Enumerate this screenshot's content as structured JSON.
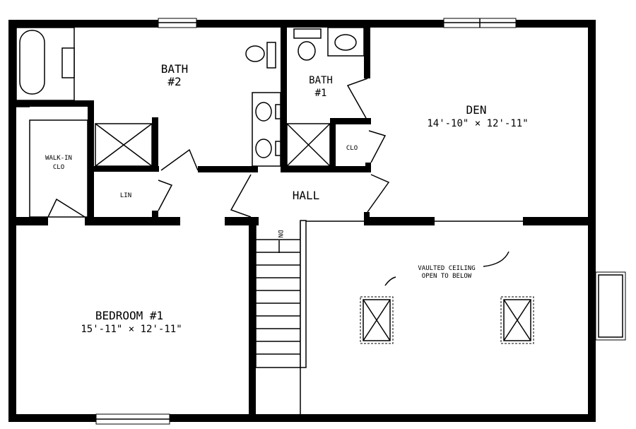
{
  "rooms": {
    "bath2": {
      "name": "BATH",
      "num": "#2"
    },
    "bath1": {
      "name": "BATH",
      "num": "#1"
    },
    "den": {
      "name": "DEN",
      "dims": "14'-10\" × 12'-11\""
    },
    "walkin": {
      "name": "WALK-IN",
      "sub": "CLO"
    },
    "lin": {
      "name": "LIN"
    },
    "clo": {
      "name": "CLO"
    },
    "hall": {
      "name": "HALL"
    },
    "bedroom": {
      "name": "BEDROOM #1",
      "dims": "15'-11\" × 12'-11\""
    }
  },
  "notes": {
    "vaulted_line1": "VAULTED CEILING",
    "vaulted_line2": "OPEN TO BELOW",
    "stair": "DN"
  }
}
